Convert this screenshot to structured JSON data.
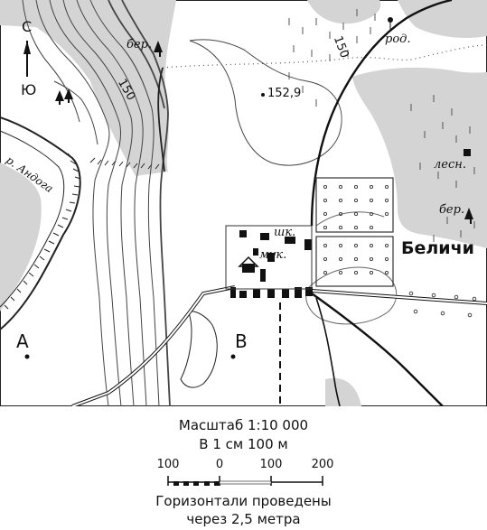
{
  "map": {
    "labels": {
      "north": "С",
      "south": "Ю",
      "river": "р. Андога",
      "birch_top": "бер.",
      "birch_right": "бер.",
      "spring": "род.",
      "forestry": "лесн.",
      "school": "шк.",
      "mill": "мук.",
      "village": "Беличи",
      "elevation_point": "152,9",
      "contour_150_left": "150",
      "contour_150_top": "150",
      "point_a": "А",
      "point_b": "В"
    }
  },
  "legend": {
    "scale_title": "Масштаб 1:10 000",
    "scale_desc": "В 1 см 100 м",
    "scale_ticks": [
      "100",
      "0",
      "100",
      "200"
    ],
    "contour_line1": "Горизонтали проведены",
    "contour_line2": "через 2,5 метра"
  }
}
